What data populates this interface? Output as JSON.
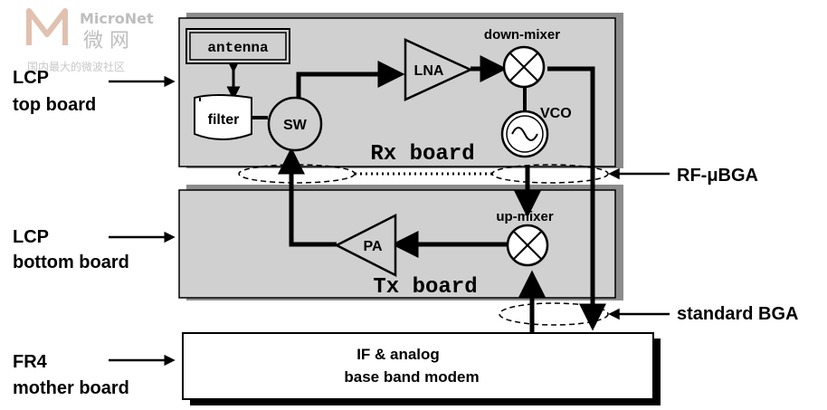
{
  "watermark": {
    "brand": "MicroNet",
    "cn_title": "微 网",
    "cn_tagline": "国内最大的微波社区"
  },
  "side_labels": {
    "lcp_top": [
      "LCP",
      "top board"
    ],
    "lcp_bottom": [
      "LCP",
      "bottom board"
    ],
    "fr4": [
      "FR4",
      "mother board"
    ],
    "rf_ubga": "RF-μBGA",
    "standard_bga": "standard BGA"
  },
  "blocks": {
    "antenna": "antenna",
    "filter": "filter",
    "sw": "SW",
    "lna": "LNA",
    "down_mixer": "down-mixer",
    "vco": "VCO",
    "rx_board": "Rx board",
    "up_mixer": "up-mixer",
    "pa": "PA",
    "tx_board": "Tx board",
    "modem": [
      "IF & analog",
      "base band modem"
    ]
  },
  "colors": {
    "board_fill": "#d0d0d0",
    "board_shadow": "#8c8c8c",
    "line": "#000000",
    "modem_fill": "#ffffff"
  }
}
